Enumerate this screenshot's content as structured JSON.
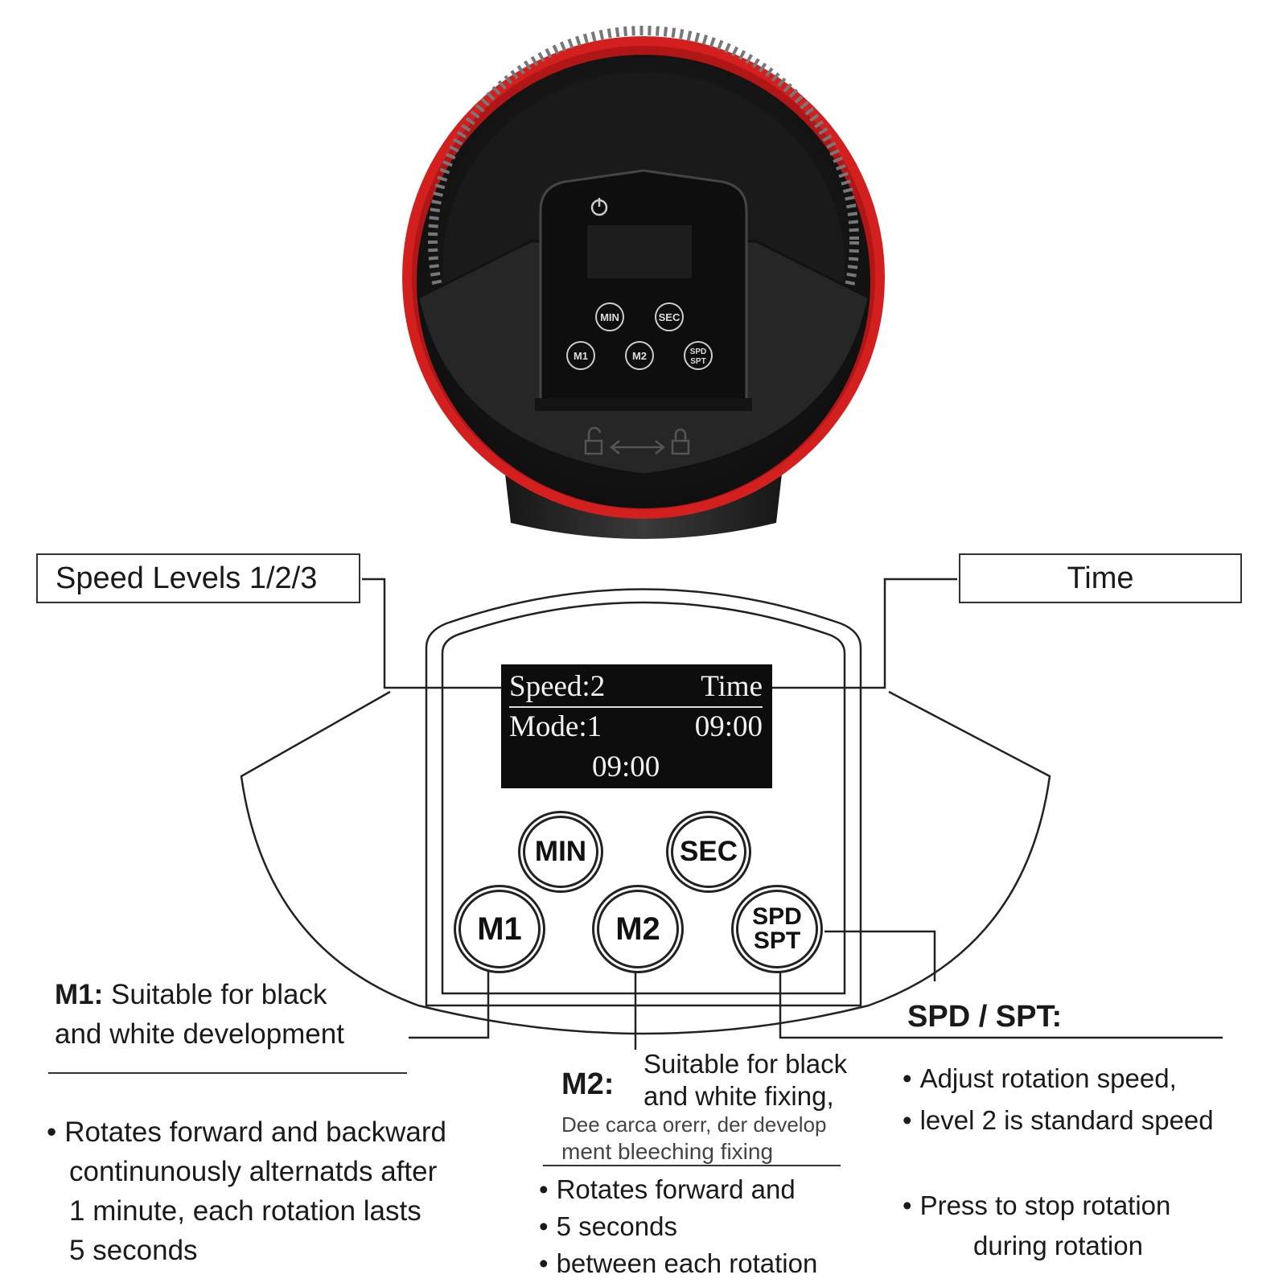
{
  "device": {
    "panel_buttons": [
      "MIN",
      "SEC",
      "M1",
      "M2",
      "SPD",
      "SPT"
    ],
    "icons": [
      "power-icon",
      "unlock-icon",
      "double-arrow-icon",
      "lock-icon"
    ],
    "colors": {
      "rim": "#d3201f",
      "body": "#1b1b1b",
      "panel": "#0e0e0e"
    }
  },
  "callouts": {
    "speed_levels": "Speed Levels 1/2/3",
    "time": "Time"
  },
  "display": {
    "speed": "Speed:2",
    "time_label": "Time",
    "mode": "Mode:1",
    "time_value": "09:00",
    "bottom_time": "09:00"
  },
  "buttons": {
    "min": "MIN",
    "sec": "SEC",
    "m1": "M1",
    "m2": "M2",
    "spd": "SPD",
    "spt": "SPT"
  },
  "m1": {
    "label": "M1:",
    "title": "Suitable for black",
    "title_2": "and white development",
    "bullet_1": "Rotates forward and backward",
    "bullet_2": "continunously alternatds after",
    "bullet_3": "1 minute, each rotation lasts",
    "bullet_4": "5 seconds"
  },
  "m2": {
    "label": "M2:",
    "title": "Suitable for black",
    "title_2": "and white fixing,",
    "garbled_1": "Dee carca orerr, der develop",
    "garbled_2": "ment bleeching fixing",
    "bullet_1": "Rotates forward and",
    "bullet_2": "5 seconds",
    "bullet_3": "between each rotation"
  },
  "spd_spt": {
    "label": "SPD / SPT:",
    "bullet_1": "Adjust rotation speed,",
    "bullet_2": "level 2 is standard speed",
    "bullet_3": "Press to stop rotation",
    "bullet_3b": "during rotation"
  }
}
